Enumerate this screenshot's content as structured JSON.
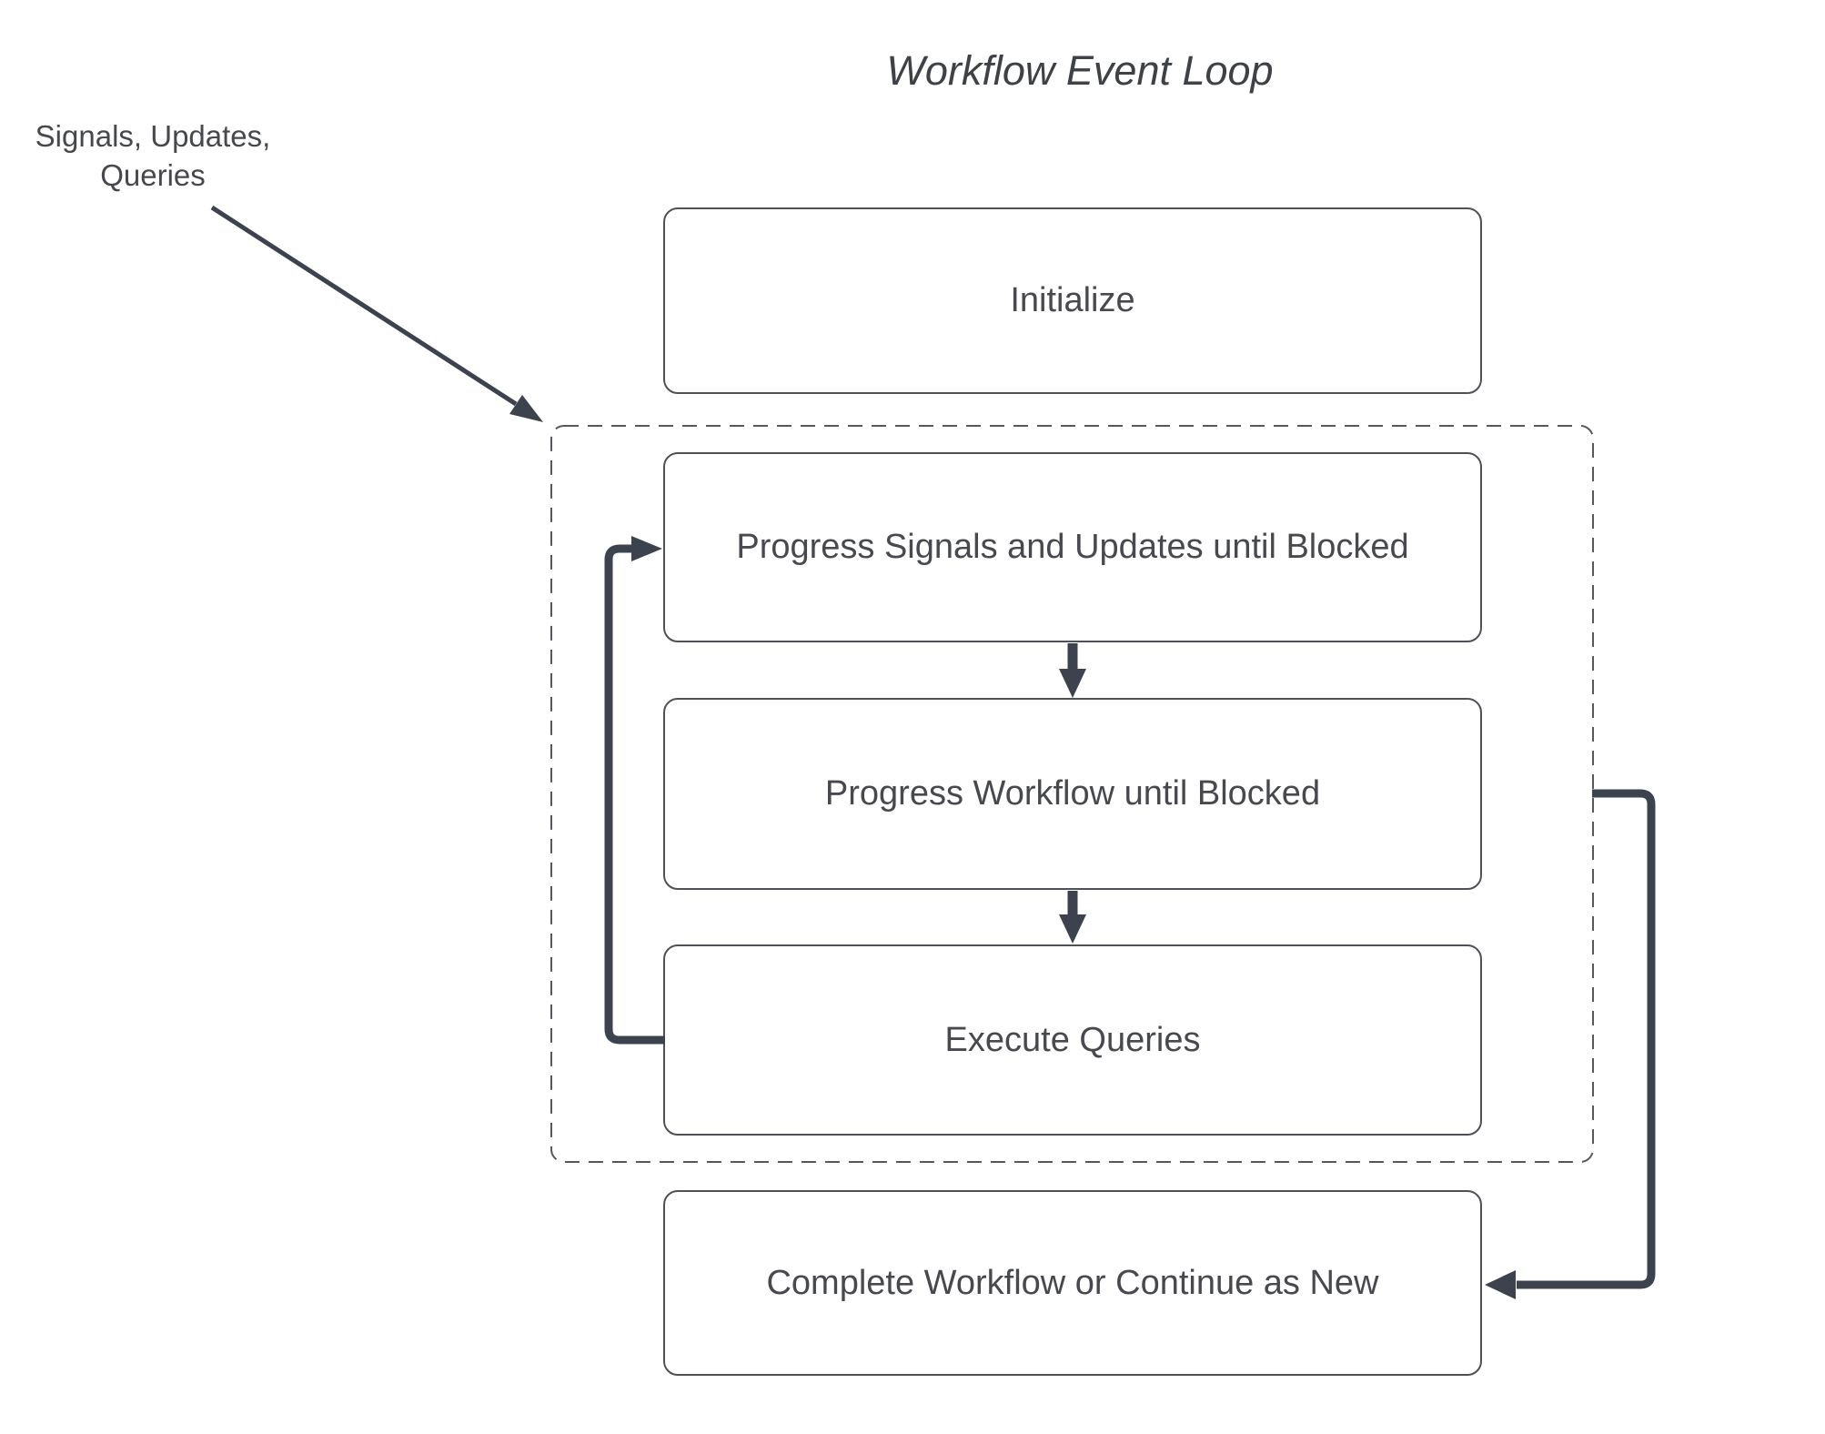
{
  "diagram": {
    "title": "Workflow Event Loop",
    "annotation": {
      "line1": "Signals, Updates,",
      "line2": "Queries"
    },
    "group": {
      "id": "workflow-event-loop-group",
      "style": "dashed"
    },
    "nodes": [
      {
        "id": "initialize",
        "label": "Initialize"
      },
      {
        "id": "progress-signals",
        "label": "Progress Signals and Updates until Blocked"
      },
      {
        "id": "progress-workflow",
        "label": "Progress Workflow until Blocked"
      },
      {
        "id": "execute-queries",
        "label": "Execute Queries"
      },
      {
        "id": "complete-workflow",
        "label": "Complete Workflow or Continue as New"
      }
    ],
    "edges": [
      {
        "from": "signals-updates-queries-annotation",
        "to": "workflow-event-loop-group",
        "type": "thin-arrow"
      },
      {
        "from": "progress-signals",
        "to": "progress-workflow",
        "type": "down-arrow"
      },
      {
        "from": "progress-workflow",
        "to": "execute-queries",
        "type": "down-arrow"
      },
      {
        "from": "execute-queries",
        "to": "progress-signals",
        "type": "loop-back-arrow"
      },
      {
        "from": "workflow-event-loop-group",
        "to": "complete-workflow",
        "type": "exit-arrow"
      }
    ],
    "colors": {
      "background": "#ffffff",
      "connector": "#3c434e",
      "node_border": "#4e5257",
      "node_text": "#47494e",
      "dashed_border": "#55585d"
    }
  }
}
